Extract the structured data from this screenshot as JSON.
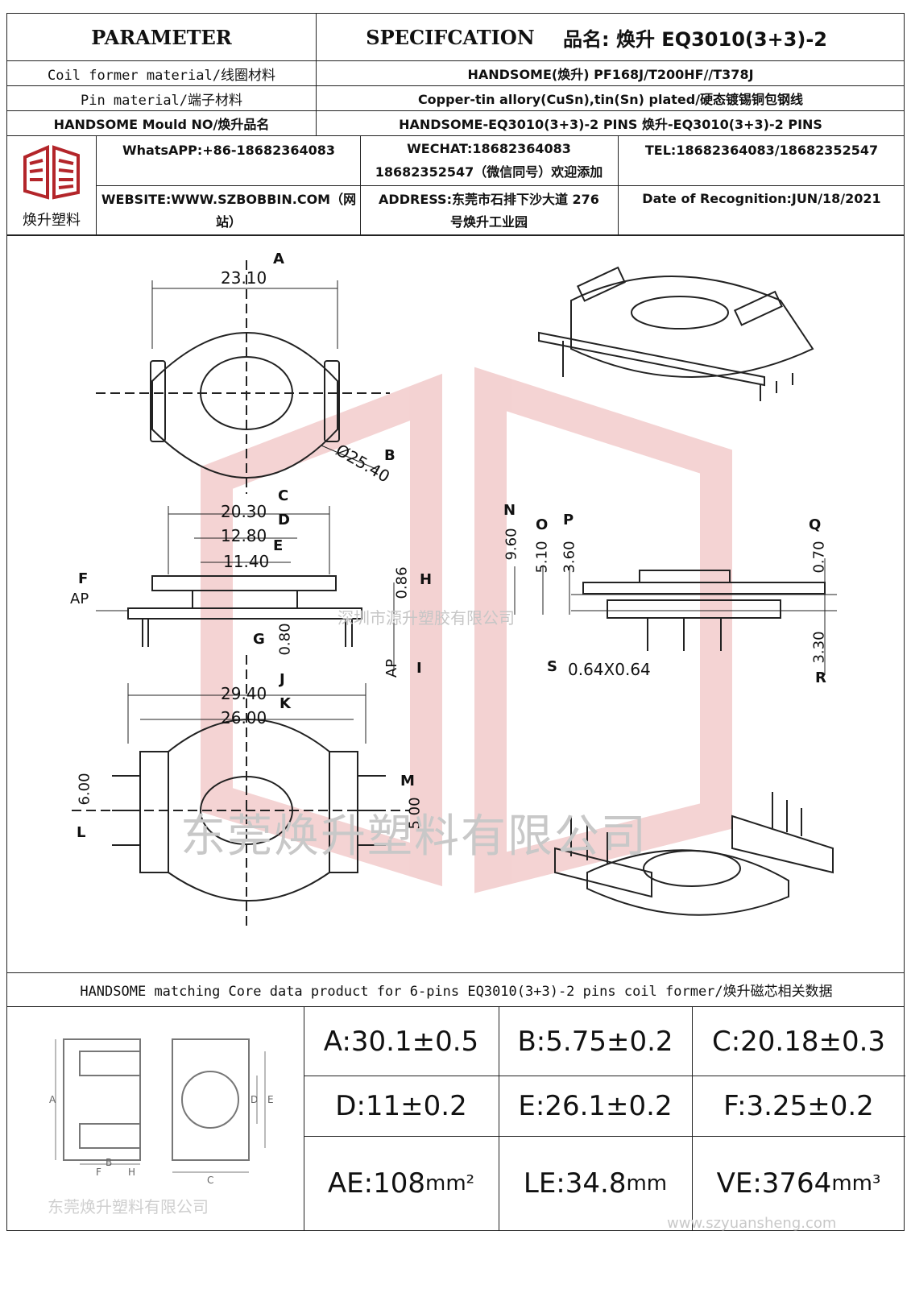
{
  "header": {
    "parameter": "PARAMETER",
    "specification": "SPECIFCATION",
    "product_name": "品名: 焕升 EQ3010(3+3)-2"
  },
  "spec_rows": [
    {
      "label": "Coil former material/线圈材料",
      "value": "HANDSOME(焕升)   PF168J/T200HF//T378J"
    },
    {
      "label": "Pin material/端子材料",
      "value": "Copper-tin allory(CuSn),tin(Sn) plated/硬态镀锡铜包钢线"
    },
    {
      "label": "HANDSOME Mould NO/焕升品名",
      "value": "HANDSOME-EQ3010(3+3)-2 PINS   焕升-EQ3010(3+3)-2 PINS"
    }
  ],
  "company": {
    "logo_text": "焕升塑料",
    "whatsapp": "WhatsAPP:+86-18682364083",
    "wechat_line1": "WECHAT:18682364083",
    "wechat_line2": "18682352547（微信同号）欢迎添加",
    "tel": "TEL:18682364083/18682352547",
    "website_line1": "WEBSITE:WWW.SZBOBBIN.COM（网",
    "website_line2": "站）",
    "address_line1": "ADDRESS:东莞市石排下沙大道 276",
    "address_line2": "号焕升工业园",
    "date": "Date of Recognition:JUN/18/2021"
  },
  "drawing": {
    "dims": {
      "A": "23.10",
      "B": "Ø25.40",
      "C": "20.30",
      "D": "12.80",
      "E": "11.40",
      "F": "AP",
      "G": "0.80",
      "H": "0.86",
      "I": "AP",
      "J": "29.40",
      "K": "26.00",
      "L": "6.00",
      "M": "5.00",
      "N": "9.60",
      "O": "5.10",
      "P": "3.60",
      "Q": "0.70",
      "R": "3.30",
      "S": "0.64X0.64"
    },
    "letters": [
      "A",
      "B",
      "C",
      "D",
      "E",
      "F",
      "G",
      "H",
      "I",
      "J",
      "K",
      "L",
      "M",
      "N",
      "O",
      "P",
      "Q",
      "R",
      "S"
    ],
    "watermark_small": "深圳市源升塑胶有限公司",
    "watermark_large": "东莞焕升塑料有限公司"
  },
  "core_title": "HANDSOME matching Core data  product for 6-pins EQ3010(3+3)-2 pins coil former/焕升磁芯相关数据",
  "core_data": [
    [
      "A:30.1±0.5",
      "B:5.75±0.2",
      "C:20.18±0.3"
    ],
    [
      "D:11±0.2",
      "E:26.1±0.2",
      "F:3.25±0.2"
    ]
  ],
  "core_units": [
    {
      "value": "AE:108",
      "unit": "mm²"
    },
    {
      "value": "LE:34.8",
      "unit": "mm"
    },
    {
      "value": "VE:3764",
      "unit": "mm³"
    }
  ],
  "core_drawing_labels": [
    "A",
    "B",
    "C",
    "D",
    "E",
    "F",
    "H"
  ],
  "core_watermark": "东莞焕升塑料有限公司",
  "footer_url": "www.szyuansheng.com"
}
